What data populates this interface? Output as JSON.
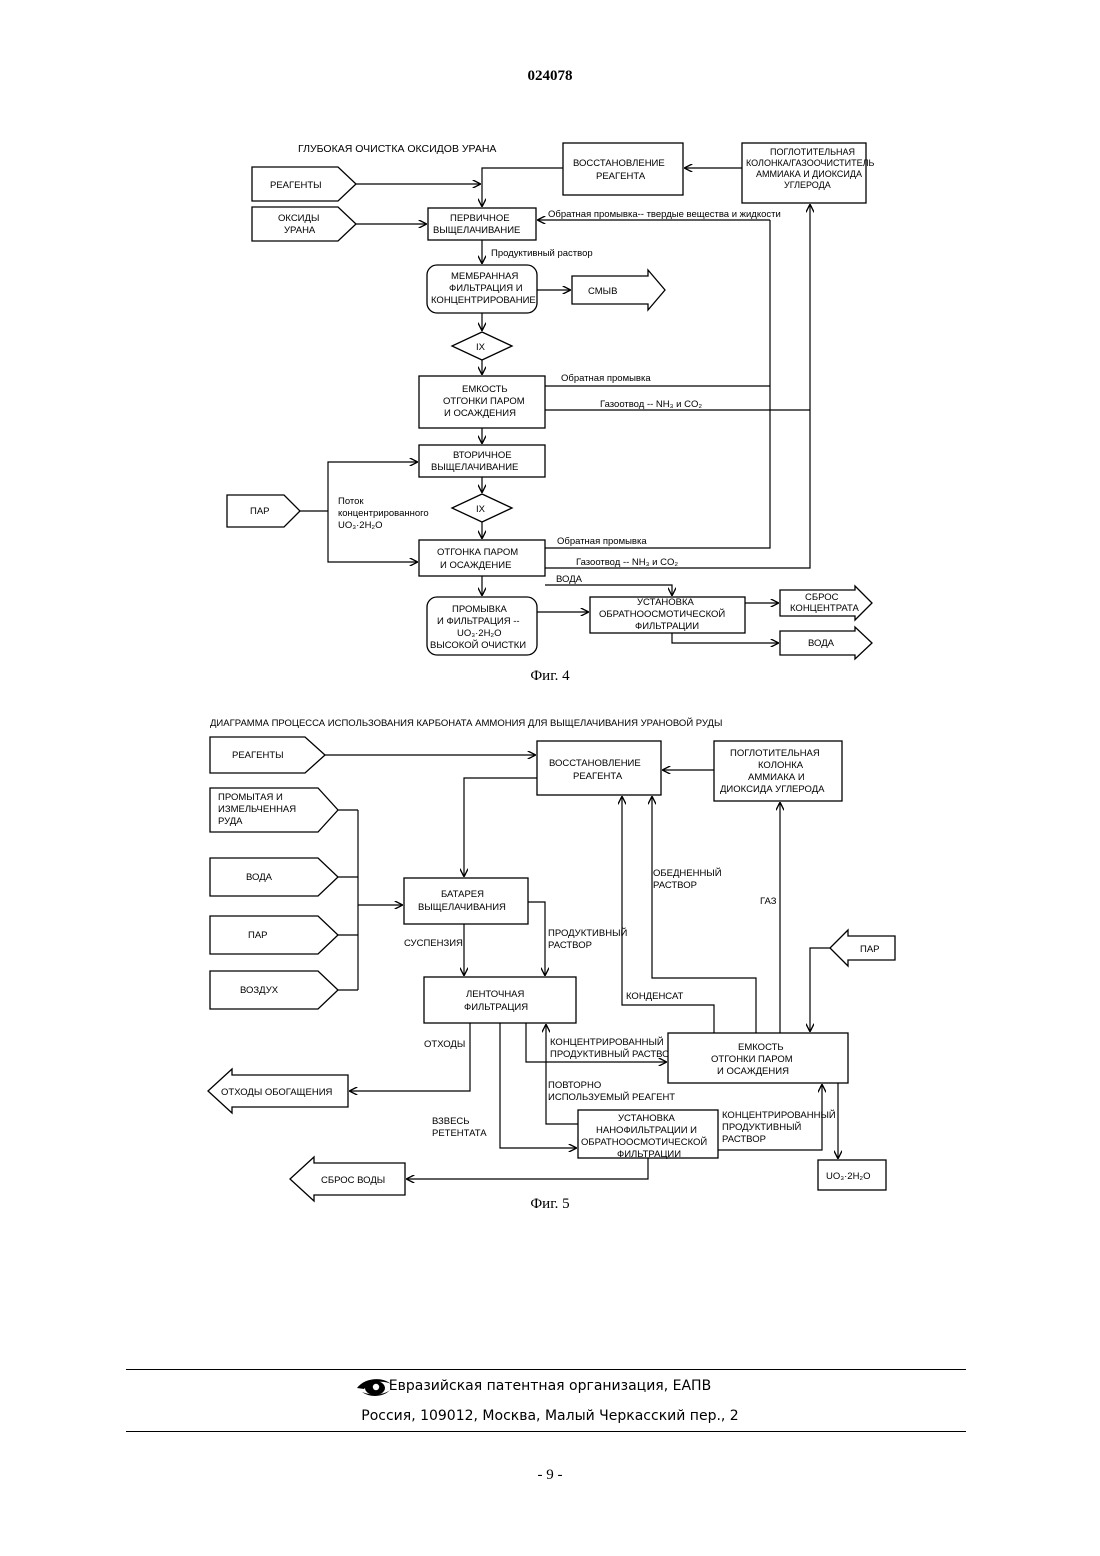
{
  "header": {
    "doc_number": "024078"
  },
  "fig4": {
    "title": "ГЛУБОКАЯ ОЧИСТКА ОКСИДОВ УРАНА",
    "reagents": "РЕАГЕНТЫ",
    "oxides": [
      "ОКСИДЫ",
      "УРАНА"
    ],
    "reagent_recovery": [
      "ВОССТАНОВЛЕНИЕ",
      "РЕАГЕНТА"
    ],
    "absorber": [
      "ПОГЛОТИТЕЛЬНАЯ",
      "КОЛОНКА/ГАЗООЧИСТИТЕЛЬ",
      "АММИАКА И ДИОКСИДА",
      "УГЛЕРОДА"
    ],
    "primary_leach": [
      "ПЕРВИЧНОЕ",
      "ВЫЩЕЛАЧИВАНИЕ"
    ],
    "backwash_solids": "Обратная промывка-- твердые вещества и жидкости",
    "pregnant_solution": "Продуктивный раствор",
    "membrane": [
      "МЕМБРАННАЯ",
      "ФИЛЬТРАЦИЯ И",
      "КОНЦЕНТРИРОВАНИЕ"
    ],
    "flush": "СМЫВ",
    "ix1": "IX",
    "steam_tank": [
      "ЕМКОСТЬ",
      "ОТГОНКИ ПАРОМ",
      "И ОСАЖДЕНИЯ"
    ],
    "backwash1": "Обратная промывка",
    "gas_vent1": "Газоотвод -- NH₃ и CO₂",
    "secondary_leach": [
      "ВТОРИЧНОЕ",
      "ВЫЩЕЛАЧИВАНИЕ"
    ],
    "steam": "ПАР",
    "conc_stream": [
      "Поток",
      "концентрированного",
      "UO₃·2H₂O"
    ],
    "ix2": "IX",
    "backwash2": "Обратная промывка",
    "steam_strip": [
      "ОТГОНКА ПАРОМ",
      "И ОСАЖДЕНИЕ"
    ],
    "gas_vent2": "Газоотвод -- NH₃ и CO₂",
    "water_label": "ВОДА",
    "wash_filter": [
      "ПРОМЫВКА",
      "И ФИЛЬТРАЦИЯ --",
      "UO₃·2H₂O",
      "ВЫСОКОЙ ОЧИСТКИ"
    ],
    "ro_unit": [
      "УСТАНОВКА",
      "ОБРАТНООСМОТИЧЕСКОЙ",
      "ФИЛЬТРАЦИИ"
    ],
    "conc_discharge": [
      "СБРОС",
      "КОНЦЕНТРАТА"
    ],
    "water_out": "ВОДА",
    "caption": "Фиг. 4"
  },
  "fig5": {
    "title": "ДИАГРАММА ПРОЦЕССА ИСПОЛЬЗОВАНИЯ КАРБОНАТА АММОНИЯ ДЛЯ ВЫЩЕЛАЧИВАНИЯ УРАНОВОЙ РУДЫ",
    "reagents": "РЕАГЕНТЫ",
    "reagent_recovery": [
      "ВОССТАНОВЛЕНИЕ",
      "РЕАГЕНТА"
    ],
    "absorber": [
      "ПОГЛОТИТЕЛЬНАЯ",
      "КОЛОНКА",
      "АММИАКА И",
      "ДИОКСИДА УГЛЕРОДА"
    ],
    "ore": [
      "ПРОМЫТАЯ И",
      "ИЗМЕЛЬЧЕННАЯ",
      "РУДА"
    ],
    "water": "ВОДА",
    "steam": "ПАР",
    "air": "ВОЗДУХ",
    "leach_battery": [
      "БАТАРЕЯ",
      "ВЫЩЕЛАЧИВАНИЯ"
    ],
    "lean_solution": [
      "ОБЕДНЕННЫЙ",
      "РАСТВОР"
    ],
    "gas": "ГАЗ",
    "steam_in": "ПАР",
    "suspension": "СУСПЕНЗИЯ",
    "pregnant": [
      "ПРОДУКТИВНЫЙ",
      "РАСТВОР"
    ],
    "belt_filter": [
      "ЛЕНТОЧНАЯ",
      "ФИЛЬТРАЦИЯ"
    ],
    "condensate": "КОНДЕНСАТ",
    "tailings": "ОТХОДЫ",
    "conc_pregnant": [
      "КОНЦЕНТРИРОВАННЫЙ",
      "ПРОДУКТИВНЫЙ РАСТВОР"
    ],
    "steam_tank": [
      "ЕМКОСТЬ",
      "ОТГОНКИ ПАРОМ",
      "И ОСАЖДЕНИЯ"
    ],
    "tailings_out": "ОТХОДЫ ОБОГАЩЕНИЯ",
    "reused_reagent": [
      "ПОВТОРНО",
      "ИСПОЛЬЗУЕМЫЙ РЕАГЕНТ"
    ],
    "retentate": [
      "ВЗВЕСЬ",
      "РЕТЕНТАТА"
    ],
    "nf_ro_unit": [
      "УСТАНОВКА",
      "НАНОФИЛЬТРАЦИИ И",
      "ОБРАТНООСМОТИЧЕСКОЙ",
      "ФИЛЬТРАЦИИ"
    ],
    "conc_pregnant2": [
      "КОНЦЕНТРИРОВАННЫЙ",
      "ПРОДУКТИВНЫЙ",
      "РАСТВОР"
    ],
    "water_discharge": "СБРОС ВОДЫ",
    "product": "UO₃·2H₂O",
    "caption": "Фиг. 5"
  },
  "footer": {
    "org": "Евразийская патентная организация, ЕАПВ",
    "address": "Россия, 109012, Москва, Малый Черкасский пер., 2",
    "page": "- 9 -"
  }
}
